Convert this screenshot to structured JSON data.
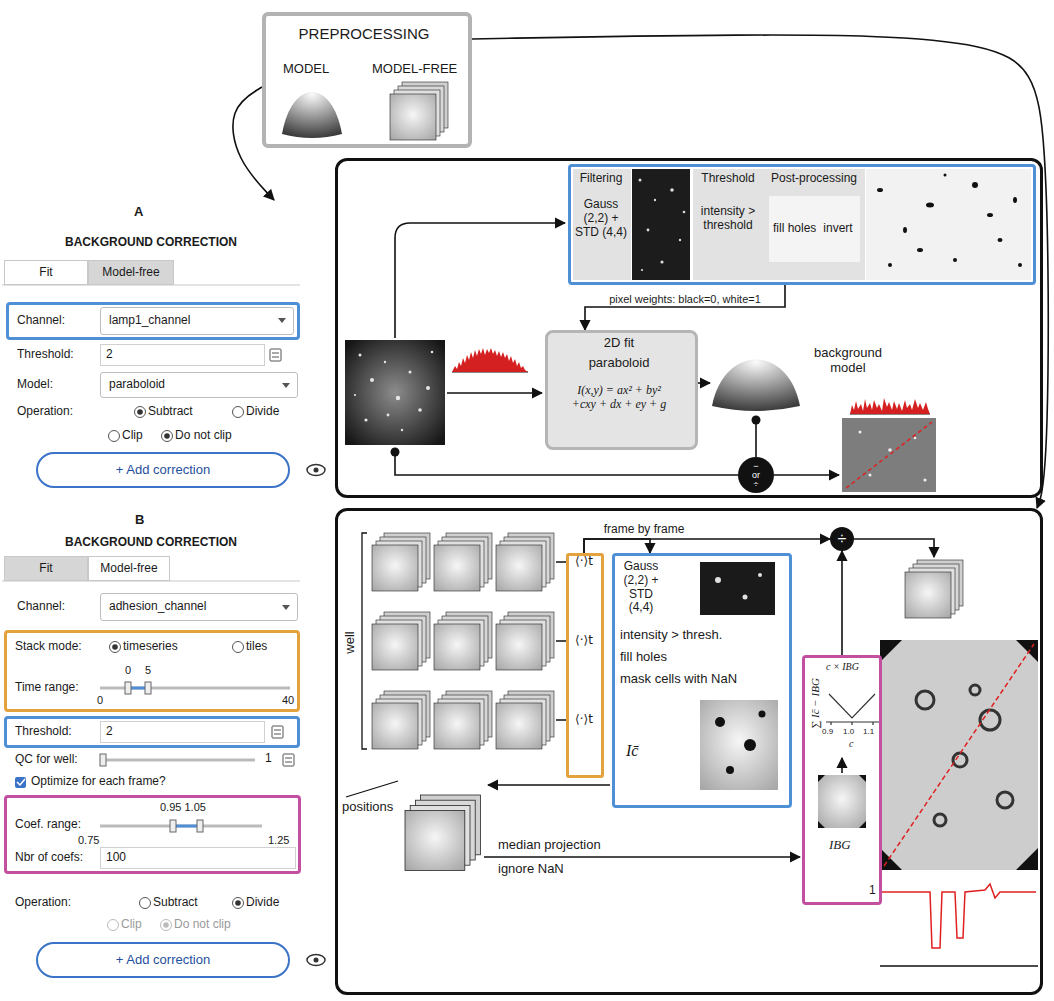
{
  "diagram": {
    "nodes": [
      {
        "text": [
          "PREPROCESSING",
          "MODEL",
          "MODEL-FREE"
        ]
      },
      {
        "text": [
          "A",
          "BACKGROUND CORRECTION"
        ]
      },
      {
        "text": [
          "Fit"
        ],
        "in": 1
      },
      {
        "text": [
          "Model-free"
        ],
        "in": 1
      },
      {
        "text": [
          "Channel:"
        ],
        "in": 1
      },
      {
        "text": [
          "lamp1_channel"
        ],
        "in": 4
      },
      {
        "text": [
          "2"
        ],
        "in": 1
      },
      {
        "text": [
          "paraboloid"
        ],
        "in": 1
      },
      {
        "text": [
          "+ Add correction"
        ],
        "in": 1
      },
      {
        "text": [
          "B",
          "BACKGROUND CORRECTION"
        ]
      },
      {
        "text": [
          "Fit"
        ],
        "in": 9
      },
      {
        "text": [
          "Model-free"
        ],
        "in": 9
      },
      {
        "text": [
          "adhesion_channel"
        ],
        "in": 9
      },
      {
        "text": [
          "Stack mode:",
          "timeseries",
          "tiles",
          "Time range:",
          "0",
          "5",
          "0",
          "40"
        ],
        "in": 9
      },
      {
        "text": [
          "Threshold:"
        ],
        "in": 9
      },
      {
        "text": [
          "2"
        ],
        "in": 14
      },
      {
        "text": [
          "Coef. range:",
          "0.95 1.05",
          "0.75",
          "1.25",
          "Nbr of coefs:"
        ],
        "in": 9
      },
      {
        "text": [
          "100"
        ],
        "in": 16
      },
      {
        "text": [
          "+ Add correction"
        ],
        "in": 9
      },
      {
        "text": []
      },
      {
        "text": [],
        "in": 19
      },
      {
        "text": [
          "Filtering",
          "Gauss (2,2) + STD (4,4)"
        ],
        "in": 20
      },
      {
        "text": [
          "Threshold",
          "intensity > threshold"
        ],
        "in": 20
      },
      {
        "text": [
          "Post-processing"
        ],
        "in": 20
      },
      {
        "text": [
          "fill holes"
        ],
        "in": 23
      },
      {
        "text": [
          "invert"
        ],
        "in": 23
      },
      {
        "text": [
          "2D fit",
          "paraboloid",
          "I(x,y) = ax² + by² +cxy + dx + ey + g"
        ],
        "in": 19
      },
      {
        "text": [
          "− or ÷"
        ],
        "in": 19
      },
      {
        "text": []
      },
      {
        "text": [
          "⟨·⟩t",
          "⟨·⟩t",
          "⟨·⟩t"
        ],
        "in": 28
      },
      {
        "text": [
          "Gauss (2,2) + STD (4,4)",
          "intensity > thresh.",
          "fill holes",
          "mask cells with NaN",
          "Ic̄"
        ],
        "in": 28
      },
      {
        "text": [
          "∑ Ic̄ − IBG",
          "c × IBG",
          "0.9",
          "1.0",
          "1.1",
          "c",
          "IBG"
        ],
        "in": 28
      },
      {
        "text": [
          "÷"
        ],
        "in": 28
      }
    ],
    "edges": [
      {
        "from": 0,
        "to": 1,
        "arrow": "to"
      },
      {
        "from": 0,
        "to": 28,
        "arrow": "to"
      },
      {
        "from": 20,
        "to": 26,
        "arrow": "to",
        "label": "pixel weights: black=0, white=1"
      },
      {
        "from": 29,
        "to": 30,
        "arrow": "to"
      },
      {
        "from": 29,
        "to": 32,
        "arrow": "to",
        "label": "frame by frame"
      },
      {
        "from": 31,
        "to": 32,
        "arrow": "to"
      }
    ],
    "labels": [
      "Threshold:",
      "Model:",
      "Operation:",
      "Subtract",
      "Divide",
      "Clip",
      "Do not clip",
      "Channel:",
      "QC for well:",
      "1",
      "Optimize for each frame?",
      "Operation:",
      "Subtract",
      "Divide",
      "Clip",
      "Do not clip",
      "background model",
      "well",
      "positions",
      "median projection",
      "ignore NaN",
      "1"
    ]
  }
}
